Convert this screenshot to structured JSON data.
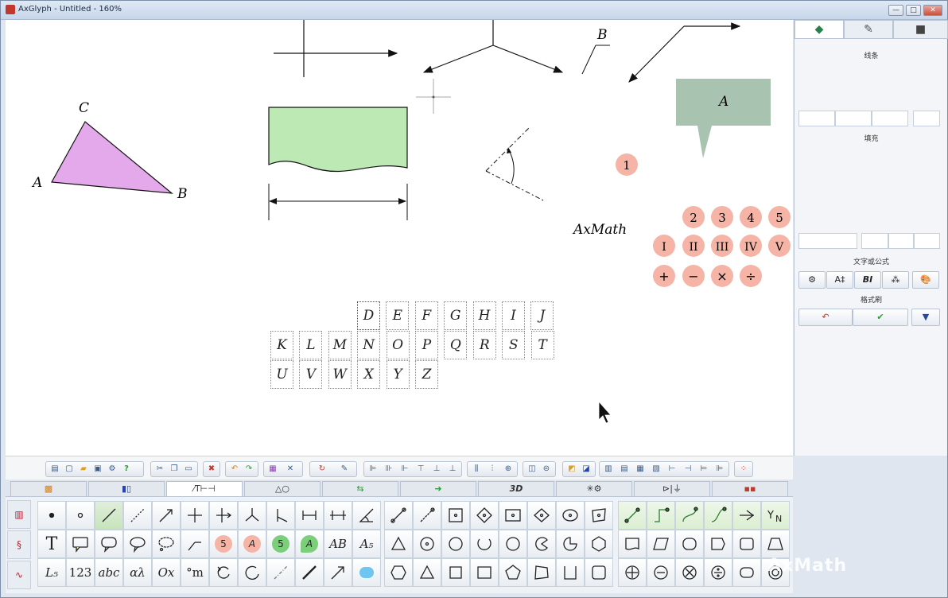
{
  "window": {
    "title": "AxGlyph - Untitled - 160%",
    "min_label": "—",
    "max_label": "□",
    "close_label": "✕"
  },
  "canvas": {
    "triangle_labels": {
      "a": "A",
      "b": "B",
      "c": "C"
    },
    "leader_label": "B",
    "callout_label": "A",
    "circle_1": "1",
    "numbers": [
      "2",
      "3",
      "4",
      "5"
    ],
    "romans": [
      "I",
      "II",
      "III",
      "IV",
      "V"
    ],
    "operators": [
      "+",
      "−",
      "×",
      "÷"
    ],
    "axmath_text": "AxMath",
    "letters_row1": [
      "D",
      "E",
      "F",
      "G",
      "H",
      "I",
      "J"
    ],
    "letters_row2": [
      "K",
      "L",
      "M",
      "N",
      "O",
      "P",
      "Q",
      "R",
      "S",
      "T"
    ],
    "letters_row3": [
      "U",
      "V",
      "W",
      "X",
      "Y",
      "Z"
    ],
    "colors": {
      "triangle": "#e3a9ea",
      "rect_fill": "#bde9b5",
      "callout": "#a9c3b1",
      "badge": "#f5b4a6"
    }
  },
  "right_panel": {
    "line_label": "线条",
    "fill_label": "填充",
    "text_label": "文字或公式",
    "format_label": "格式刷",
    "text_buttons": [
      "⚙",
      "A‡",
      "BI",
      "⁂",
      "🎨"
    ],
    "bottom_buttons": [
      "↶",
      "✔",
      "▼"
    ]
  },
  "category_tabs": [
    "",
    "",
    "⁄T⊢⊣",
    "△○",
    "",
    "➜",
    "3D",
    "",
    "",
    ""
  ],
  "palette": {
    "grid1_text": [
      "T",
      "123",
      "abc",
      "αλ",
      "Ox",
      "°m",
      "5",
      "A",
      "5",
      "A",
      "AB",
      "A₅",
      "L₅"
    ],
    "grid3_text": [
      "Y_N"
    ]
  },
  "watermark": "AxMath"
}
